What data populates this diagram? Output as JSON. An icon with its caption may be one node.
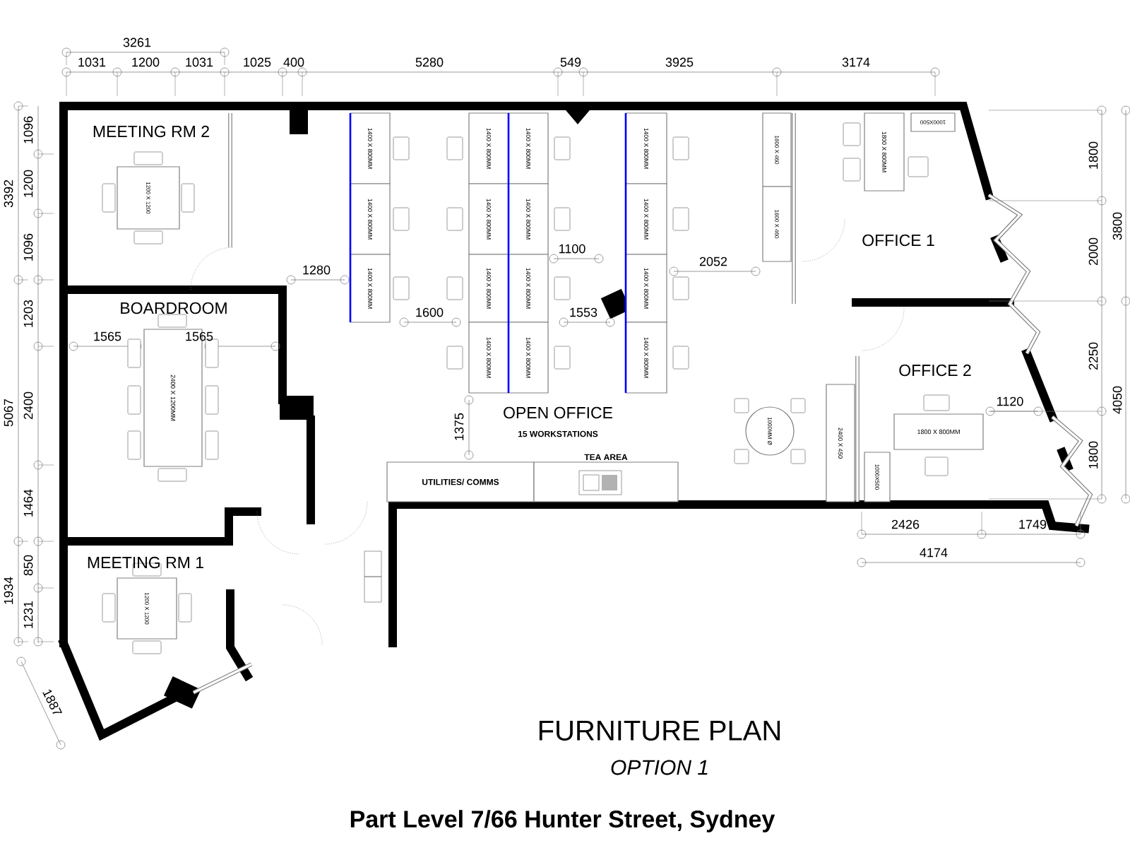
{
  "diagram": {
    "title": "FURNITURE PLAN",
    "caption": "Part Level 7/66 Hunter Street, Sydney",
    "nodes": [
      {
        "text": [
          "1200 X 1200"
        ]
      },
      {
        "text": [
          "1400 X 800MM"
        ]
      },
      {
        "text": [
          "1400 X 800MM"
        ]
      },
      {
        "text": [
          "1400 X 800MM"
        ]
      },
      {
        "text": [
          "1400 X 800MM"
        ]
      },
      {
        "text": [
          "1800 X 800MM"
        ]
      },
      {
        "text": [
          "1000X500"
        ]
      },
      {
        "text": [
          "1600 X 460"
        ]
      },
      {
        "text": [
          "1400 X 800MM"
        ]
      },
      {
        "text": [
          "1400 X 800MM"
        ]
      },
      {
        "text": [
          "1400 X 800MM"
        ]
      },
      {
        "text": [
          "1400 X 800MM"
        ]
      },
      {
        "text": [
          "1600 X 460"
        ]
      },
      {
        "text": [
          "1400 X 800MM"
        ]
      },
      {
        "text": [
          "1400 X 800MM"
        ]
      },
      {
        "text": [
          "1400 X 800MM"
        ]
      },
      {
        "text": [
          "1400 X 800MM"
        ]
      },
      {
        "text": [
          "2400 X 1200MM"
        ]
      },
      {
        "text": [
          "1400 X 800MM"
        ]
      },
      {
        "text": [
          "1400 X 800MM"
        ]
      },
      {
        "text": [
          "1400 X 800MM"
        ]
      },
      {
        "text": [
          "1000MM Ø"
        ]
      },
      {
        "text": [
          "2400 X 450"
        ]
      },
      {
        "text": [
          "1800 X 800MM"
        ]
      },
      {
        "text": [
          "1000X500"
        ]
      },
      {
        "text": [
          "UTILITIES/ COMMS"
        ]
      },
      {
        "text": [
          "TEA AREA"
        ]
      },
      {
        "text": [
          "1200 X 1200"
        ]
      }
    ],
    "labels": [
      "3261",
      "1031",
      "1200",
      "1031",
      "1025",
      "400",
      "5280",
      "549",
      "3925",
      "3174",
      "MEETING RM 2",
      "1096",
      "3392",
      "1200",
      "1800",
      "3800",
      "OFFICE 1",
      "1100",
      "1096",
      "2052",
      "1280",
      "2000",
      "BOARDROOM",
      "1600",
      "1553",
      "1203",
      "1565",
      "1565",
      "OFFICE 2",
      "2250",
      "4050",
      "1120",
      "5067",
      "OPEN OFFICE",
      "2400",
      "1375",
      "15 WORKSTATIONS",
      "1800",
      "1464",
      "2426",
      "1749",
      "4174",
      "MEETING RM 1",
      "850",
      "1934",
      "1231",
      "1887",
      "OPTION 1"
    ]
  }
}
